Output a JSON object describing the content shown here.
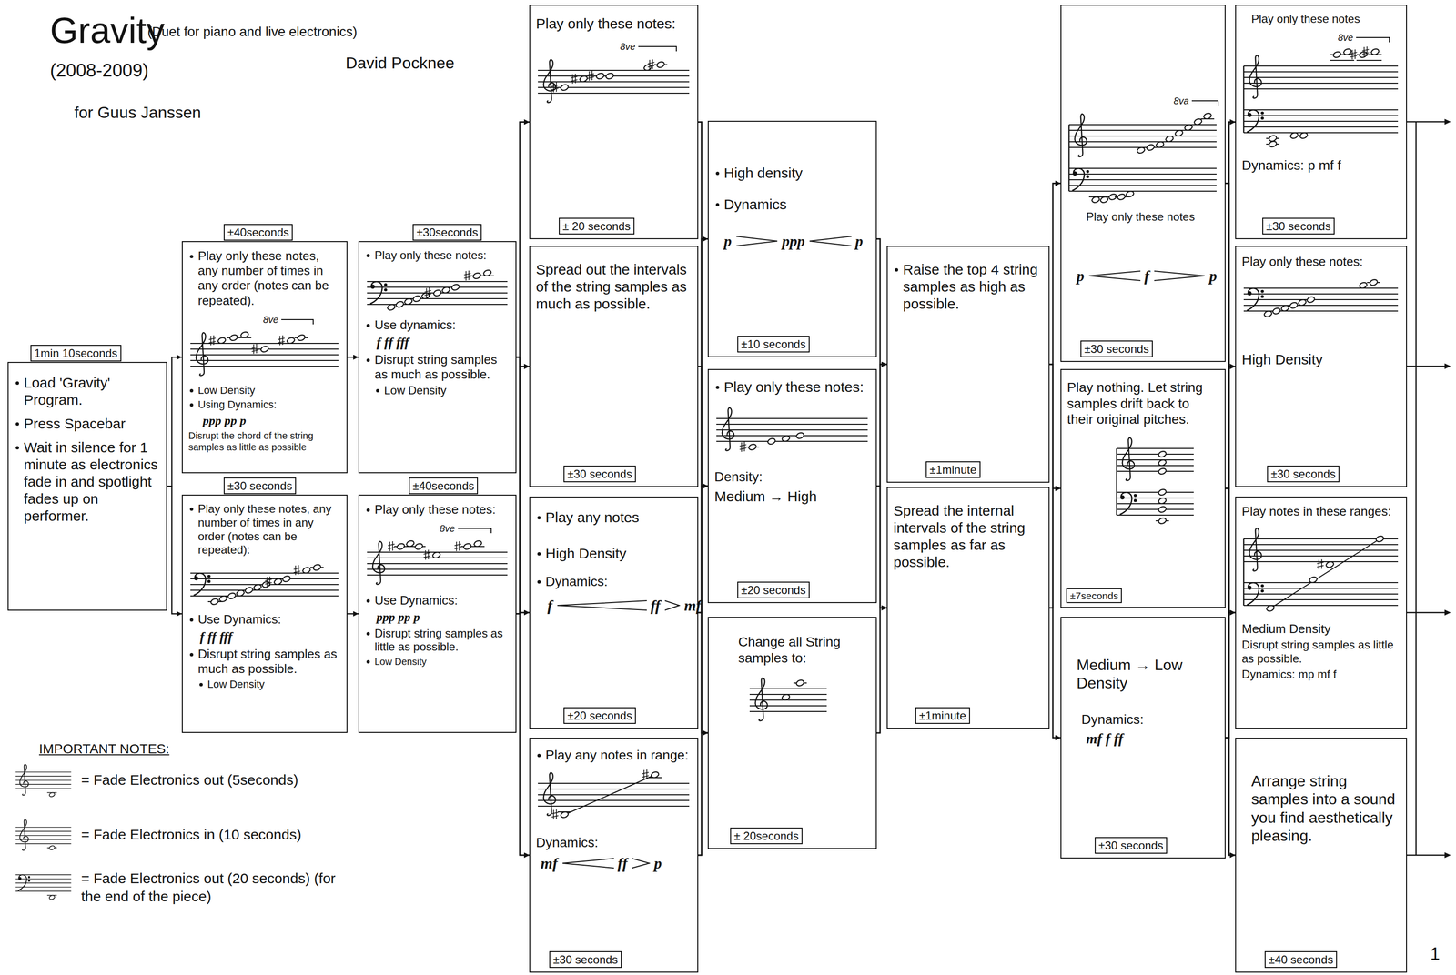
{
  "diagram": {
    "title": "Gravity",
    "nodes": [
      {
        "text": [
          "1min 10seconds",
          "Load 'Gravity' Program.",
          "Press Spacebar",
          "Wait in silence for 1 minute as electronics fade in and spotlight fades up on performer."
        ]
      },
      {
        "text": [
          "±40seconds",
          "Play only these notes, any number of times in any order (notes can be repeated).",
          "8ve",
          "Low Density",
          "Using Dynamics:",
          "ppp pp p",
          "Disrupt the chord of the string samples as little as possible"
        ]
      },
      {
        "text": [
          "±30 seconds",
          "Play only these notes, any number of times in any order (notes can be repeated):",
          "Use Dynamics:",
          "f ff fff",
          "Disrupt string samples as much as possible.",
          "Low Density"
        ]
      },
      {
        "text": [
          "±30seconds",
          "Play only these notes:",
          "Use dynamics:",
          "f ff fff",
          "Disrupt string samples as much as possible.",
          "Low Density"
        ]
      },
      {
        "text": [
          "±40seconds",
          "Play only these notes:",
          "8ve",
          "Use Dynamics:",
          "ppp pp p",
          "Disrupt string samples as little as possible.",
          "Low Density"
        ]
      },
      {
        "text": [
          "Play only these notes:",
          "8ve",
          "± 20 seconds"
        ]
      },
      {
        "text": [
          "Spread out the intervals of the string samples as much as possible.",
          "±30 seconds"
        ]
      },
      {
        "text": [
          "Play any notes",
          "High Density",
          "Dynamics:",
          "f",
          "ff",
          "mf",
          "±20 seconds"
        ]
      },
      {
        "text": [
          "Play any notes in range:",
          "Dynamics:",
          "mf",
          "ff",
          "p",
          "±30 seconds"
        ]
      },
      {
        "text": [
          "High density",
          "Dynamics",
          "p",
          "ppp",
          "p",
          "±10 seconds"
        ]
      },
      {
        "text": [
          "Play only these notes:",
          "Density:",
          "Medium → High",
          "±20 seconds"
        ]
      },
      {
        "text": [
          "Change all String samples to:",
          "± 20seconds"
        ]
      },
      {
        "text": [
          "Raise the top 4 string samples as high as possible.",
          "±1minute"
        ]
      },
      {
        "text": [
          "Spread the internal intervals of the string samples as far as possible.",
          "±1minute"
        ]
      },
      {
        "text": [
          "8va",
          "Play only these notes",
          "p",
          "f",
          "p",
          "±30 seconds"
        ]
      },
      {
        "text": [
          "Play nothing. Let string samples drift back to their original pitches.",
          "±7seconds"
        ]
      },
      {
        "text": [
          "Medium → Low Density",
          "Dynamics:",
          "mf f ff",
          "±30 seconds"
        ]
      },
      {
        "text": [
          "Play only these notes",
          "8ve",
          "Dynamics: p mf f",
          "±30 seconds"
        ]
      },
      {
        "text": [
          "Play only these notes:",
          "High Density",
          "±30 seconds"
        ]
      },
      {
        "text": [
          "Play notes in these ranges:",
          "Medium Density",
          "Disrupt string samples as little as possible.",
          "Dynamics: mp mf f"
        ]
      },
      {
        "text": [
          "Arrange string samples into a sound you find aesthetically pleasing.",
          "±40 seconds"
        ]
      }
    ],
    "edges": [
      {
        "from": 0,
        "to": 1,
        "arrow": "to"
      },
      {
        "from": 0,
        "to": 2,
        "arrow": "to"
      },
      {
        "from": 1,
        "to": 3,
        "arrow": "to"
      },
      {
        "from": 2,
        "to": 4,
        "arrow": "to"
      },
      {
        "from": 3,
        "to": 5,
        "arrow": "to"
      },
      {
        "from": 3,
        "to": 6,
        "arrow": "to"
      },
      {
        "from": 3,
        "to": 7,
        "arrow": "to"
      },
      {
        "from": 3,
        "to": 8,
        "arrow": "to"
      },
      {
        "from": 4,
        "to": 5,
        "arrow": "to"
      },
      {
        "from": 4,
        "to": 6,
        "arrow": "to"
      },
      {
        "from": 4,
        "to": 7,
        "arrow": "to"
      },
      {
        "from": 4,
        "to": 8,
        "arrow": "to"
      },
      {
        "from": 5,
        "to": 9,
        "arrow": "to"
      },
      {
        "from": 5,
        "to": 10,
        "arrow": "to"
      },
      {
        "from": 5,
        "to": 11,
        "arrow": "to"
      },
      {
        "from": 6,
        "to": 9,
        "arrow": "to"
      },
      {
        "from": 6,
        "to": 10,
        "arrow": "to"
      },
      {
        "from": 6,
        "to": 11,
        "arrow": "to"
      },
      {
        "from": 7,
        "to": 9,
        "arrow": "to"
      },
      {
        "from": 7,
        "to": 10,
        "arrow": "to"
      },
      {
        "from": 7,
        "to": 11,
        "arrow": "to"
      },
      {
        "from": 8,
        "to": 9,
        "arrow": "to"
      },
      {
        "from": 8,
        "to": 10,
        "arrow": "to"
      },
      {
        "from": 8,
        "to": 11,
        "arrow": "to"
      },
      {
        "from": 9,
        "to": 12,
        "arrow": "to"
      },
      {
        "from": 9,
        "to": 13,
        "arrow": "to"
      },
      {
        "from": 10,
        "to": 12,
        "arrow": "to"
      },
      {
        "from": 10,
        "to": 13,
        "arrow": "to"
      },
      {
        "from": 11,
        "to": 12,
        "arrow": "to"
      },
      {
        "from": 11,
        "to": 13,
        "arrow": "to"
      },
      {
        "from": 12,
        "to": 14,
        "arrow": "to"
      },
      {
        "from": 12,
        "to": 15,
        "arrow": "to"
      },
      {
        "from": 12,
        "to": 16,
        "arrow": "to"
      },
      {
        "from": 13,
        "to": 14,
        "arrow": "to"
      },
      {
        "from": 13,
        "to": 15,
        "arrow": "to"
      },
      {
        "from": 13,
        "to": 16,
        "arrow": "to"
      },
      {
        "from": 14,
        "to": 17,
        "arrow": "to"
      },
      {
        "from": 14,
        "to": 18,
        "arrow": "to"
      },
      {
        "from": 14,
        "to": 19,
        "arrow": "to"
      },
      {
        "from": 14,
        "to": 20,
        "arrow": "to"
      },
      {
        "from": 15,
        "to": 17,
        "arrow": "to"
      },
      {
        "from": 15,
        "to": 18,
        "arrow": "to"
      },
      {
        "from": 15,
        "to": 19,
        "arrow": "to"
      },
      {
        "from": 15,
        "to": 20,
        "arrow": "to"
      },
      {
        "from": 16,
        "to": 17,
        "arrow": "to"
      },
      {
        "from": 16,
        "to": 18,
        "arrow": "to"
      },
      {
        "from": 16,
        "to": 19,
        "arrow": "to"
      },
      {
        "from": 16,
        "to": 20,
        "arrow": "to"
      }
    ],
    "labels": [
      "(Duet for piano and live electronics)",
      "(2008-2009)",
      "David Pocknee",
      "for Guus Janssen",
      "IMPORTANT NOTES:",
      "1"
    ],
    "legend": [
      {
        "text": "= Fade Electronics out (5seconds)"
      },
      {
        "text": "= Fade Electronics in (10 seconds)"
      },
      {
        "text": "= Fade Electronics out (20 seconds) (for the end of the piece)"
      }
    ]
  }
}
